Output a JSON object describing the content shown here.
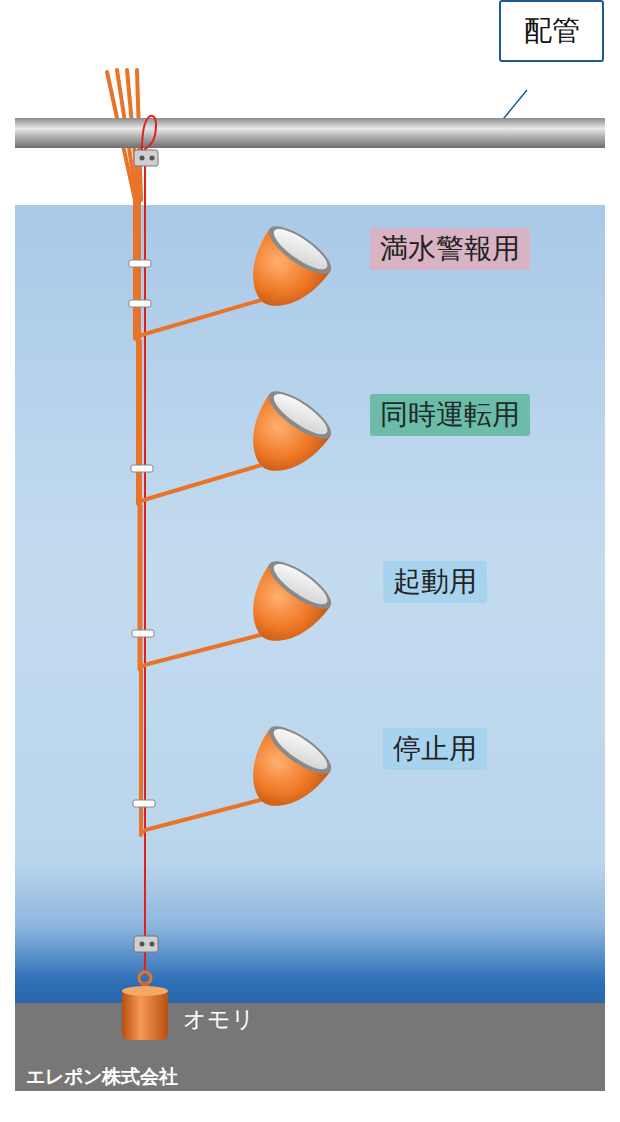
{
  "diagram": {
    "nodes": [
      {
        "text": [
          "配管"
        ]
      },
      {
        "text": [
          "満水警報用"
        ]
      },
      {
        "text": [
          "同時運転用"
        ]
      },
      {
        "text": [
          "起動用"
        ]
      },
      {
        "text": [
          "停止用"
        ]
      }
    ],
    "labels": [
      "オモリ",
      "エレポン株式会社"
    ]
  }
}
